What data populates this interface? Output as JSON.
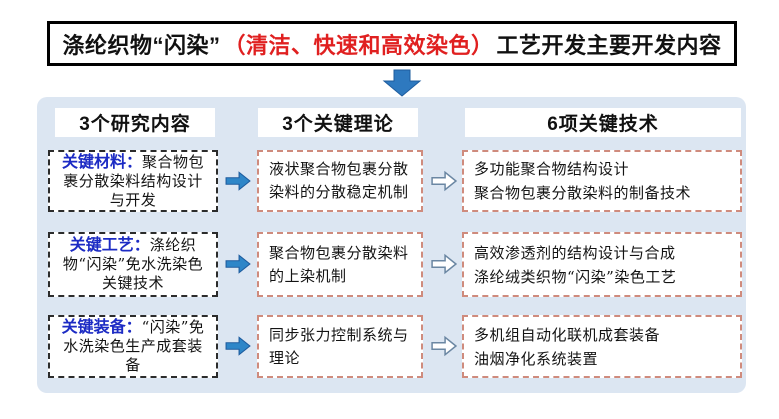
{
  "title": {
    "black_left": "涤纶织物“闪染”",
    "red_middle": "（清洁、快速和高效染色）",
    "black_right": "工艺开发主要开发内容"
  },
  "columns": {
    "research": "3个研究内容",
    "theory": "3个关键理论",
    "technology": "6项关键技术"
  },
  "rows": [
    {
      "left_label": "关键材料：",
      "left_text": "聚合物包裹分散染料结构设计与开发",
      "middle": "液状聚合物包裹分散染料的分散稳定机制",
      "right_line1": "多功能聚合物结构设计",
      "right_line2": "聚合物包裹分散染料的制备技术"
    },
    {
      "left_label": "关键工艺：",
      "left_text": "涤纶织物“闪染”免水洗染色关键技术",
      "middle": "聚合物包裹分散染料的上染机制",
      "right_line1": "高效渗透剂的结构设计与合成",
      "right_line2": "涤纶绒类织物“闪染”染色工艺"
    },
    {
      "left_label": "关键装备：",
      "left_text": "“闪染”免水洗染色生产成套装备",
      "middle": "同步张力控制系统与理论",
      "right_line1": "多机组自动化联机成套装备",
      "right_line2": "油烟净化系统装置"
    }
  ],
  "colors": {
    "title_red": "#e02020",
    "label_blue": "#1c2bc4",
    "arrow_blue": "#2e86c8",
    "panel_bg": "#dce6f2",
    "box_dashed_red": "#cf8b7d",
    "box_dashed_dark": "#2c2c2c"
  }
}
